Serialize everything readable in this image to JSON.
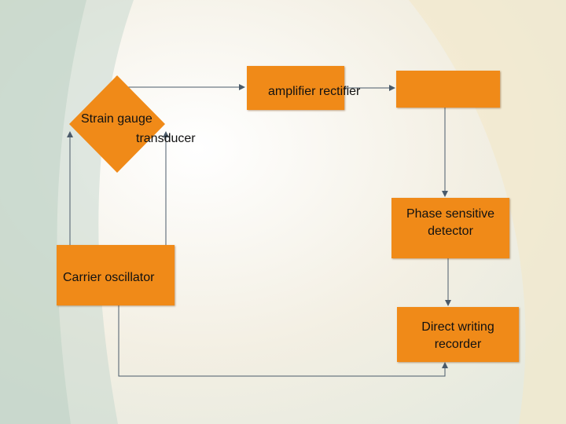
{
  "diagram": {
    "strain_gauge": {
      "line1": "Strain gauge",
      "line2": "transducer"
    },
    "amplifier": {
      "label": "amplifier rectifier"
    },
    "unlabeled_box": {
      "label": ""
    },
    "phase_detector": {
      "line1": "Phase sensitive",
      "line2": "detector"
    },
    "carrier": {
      "label": "Carrier oscillator"
    },
    "recorder": {
      "line1": "Direct writing",
      "line2": "recorder"
    }
  },
  "colors": {
    "box_fill": "#f08a18",
    "arrow": "#4a5a6a",
    "background": "#f7f2e6"
  }
}
